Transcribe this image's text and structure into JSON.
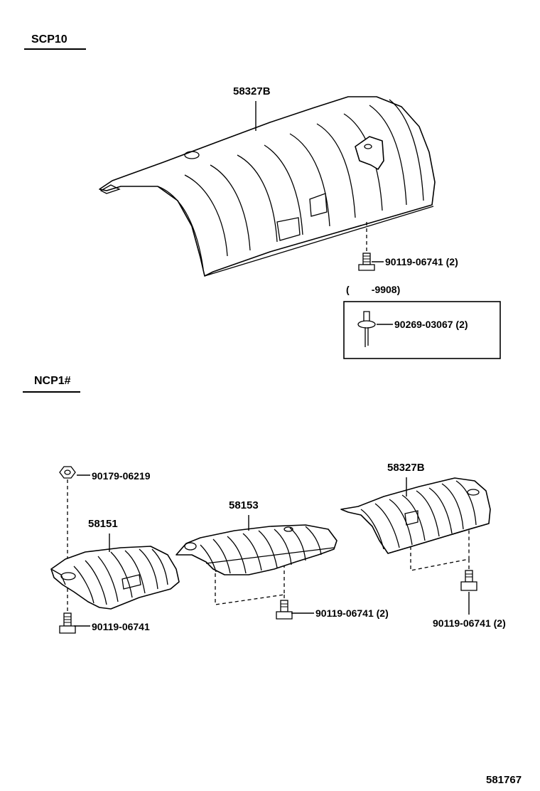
{
  "sections": {
    "upper": "SCP10",
    "lower": "NCP1#"
  },
  "parts": {
    "upper_cover": "58327B",
    "upper_bolt": "90119-06741 (2)",
    "date_range": "(        -9908)",
    "inset_clip": "90269-03067 (2)",
    "lower_nut": "90179-06219",
    "lower_left_cover": "58151",
    "lower_left_bolt": "90119-06741",
    "lower_mid_cover": "58153",
    "lower_mid_bolt": "90119-06741 (2)",
    "lower_right_cover": "58327B",
    "lower_right_bolt": "90119-06741 (2)"
  },
  "diagram_id": "581767"
}
